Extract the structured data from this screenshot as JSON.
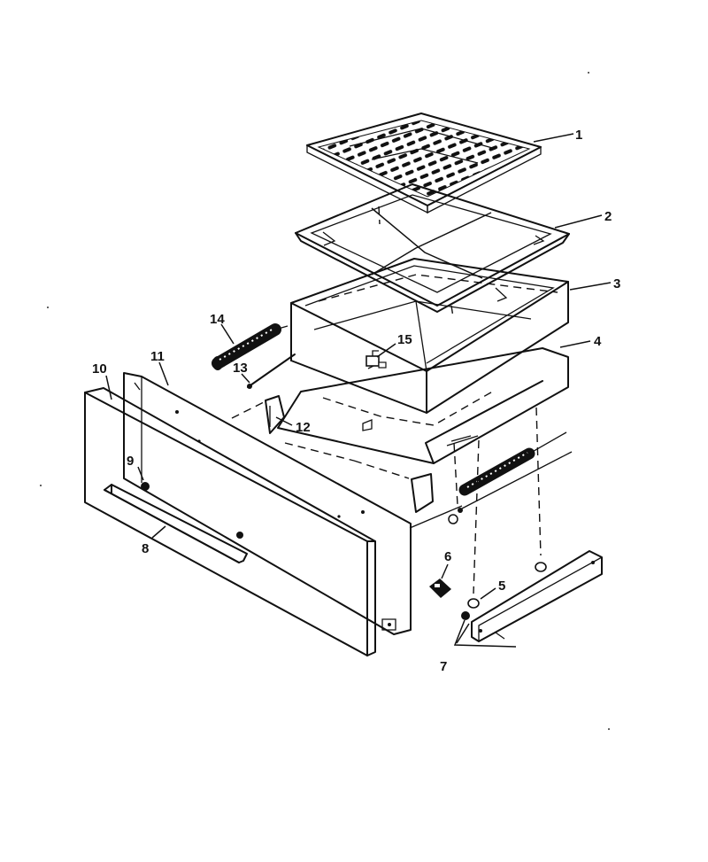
{
  "diagram": {
    "type": "exploded-parts-view",
    "callouts": [
      {
        "number": "1"
      },
      {
        "number": "2"
      },
      {
        "number": "3"
      },
      {
        "number": "4"
      },
      {
        "number": "5"
      },
      {
        "number": "6"
      },
      {
        "number": "7"
      },
      {
        "number": "8"
      },
      {
        "number": "9"
      },
      {
        "number": "10"
      },
      {
        "number": "11"
      },
      {
        "number": "12"
      },
      {
        "number": "13"
      },
      {
        "number": "14"
      },
      {
        "number": "15"
      }
    ]
  }
}
